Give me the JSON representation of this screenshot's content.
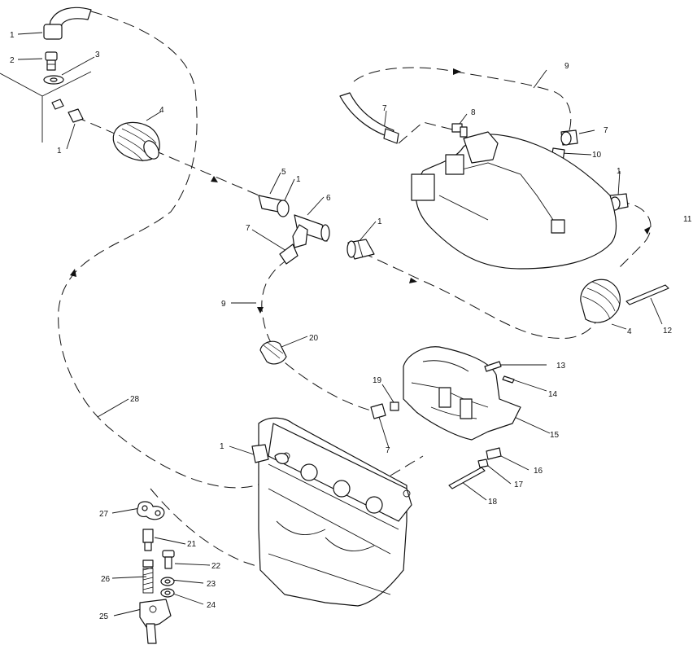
{
  "diagram": {
    "ink_color": "#111111",
    "paper_color": "#ffffff",
    "callouts": [
      {
        "id": "c1a",
        "text": "1"
      },
      {
        "id": "c2",
        "text": "2"
      },
      {
        "id": "c3",
        "text": "3"
      },
      {
        "id": "c1b",
        "text": "1"
      },
      {
        "id": "c4a",
        "text": "4"
      },
      {
        "id": "c9a",
        "text": "9"
      },
      {
        "id": "c7a",
        "text": "7"
      },
      {
        "id": "c8",
        "text": "8"
      },
      {
        "id": "c7b",
        "text": "7"
      },
      {
        "id": "c10",
        "text": "10"
      },
      {
        "id": "c1c",
        "text": "1"
      },
      {
        "id": "c11",
        "text": "11"
      },
      {
        "id": "c5",
        "text": "5"
      },
      {
        "id": "c1d",
        "text": "1"
      },
      {
        "id": "c6",
        "text": "6"
      },
      {
        "id": "c7c",
        "text": "7"
      },
      {
        "id": "c1e",
        "text": "1"
      },
      {
        "id": "c9b",
        "text": "9"
      },
      {
        "id": "c20",
        "text": "20"
      },
      {
        "id": "c4b",
        "text": "4"
      },
      {
        "id": "c12",
        "text": "12"
      },
      {
        "id": "c13",
        "text": "13"
      },
      {
        "id": "c14",
        "text": "14"
      },
      {
        "id": "c19",
        "text": "19"
      },
      {
        "id": "c28",
        "text": "28"
      },
      {
        "id": "c15",
        "text": "15"
      },
      {
        "id": "c7d",
        "text": "7"
      },
      {
        "id": "c1f",
        "text": "1"
      },
      {
        "id": "c16",
        "text": "16"
      },
      {
        "id": "c17",
        "text": "17"
      },
      {
        "id": "c18",
        "text": "18"
      },
      {
        "id": "c27",
        "text": "27"
      },
      {
        "id": "c21",
        "text": "21"
      },
      {
        "id": "c22",
        "text": "22"
      },
      {
        "id": "c26",
        "text": "26"
      },
      {
        "id": "c23",
        "text": "23"
      },
      {
        "id": "c24",
        "text": "24"
      },
      {
        "id": "c25",
        "text": "25"
      }
    ]
  }
}
